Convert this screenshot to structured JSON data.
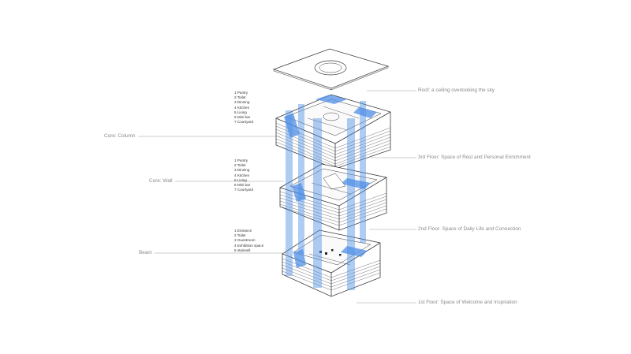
{
  "diagram": {
    "core_column_label": "Core: Column",
    "core_wall_label": "Core: Wall",
    "beam_label": "Beam",
    "roof_label": "Roof: a ceiling overlooking the sky",
    "floor3_label": "3rd Floor: Space of Rest and Personal Enrichment",
    "floor2_label": "2nd Floor: Space of Daily Life and Connection",
    "floor1_label": "1st Floor: Space of Welcome and Inspiration",
    "floor3_rooms": [
      "1 Pantry",
      "2 Toilet",
      "3 Dinning",
      "4 Kitchen",
      "5 Living",
      "6 Mini bar",
      "7 Courtyard"
    ],
    "floor2_rooms": [
      "1 Pantry",
      "2 Toilet",
      "3 Dinning",
      "4 Kitchen",
      "5 Living",
      "6 Mini bar",
      "7 Courtyard"
    ],
    "floor1_rooms": [
      "1 Entrance",
      "2 Toilet",
      "3 Guestroom",
      "4 Exhibition space",
      "5 stairwell"
    ],
    "colors": {
      "accent_blue": "#4f8fe6",
      "line": "#3a3a3a",
      "leader": "#9a9a9a",
      "label_text": "#8a8a8a"
    }
  }
}
